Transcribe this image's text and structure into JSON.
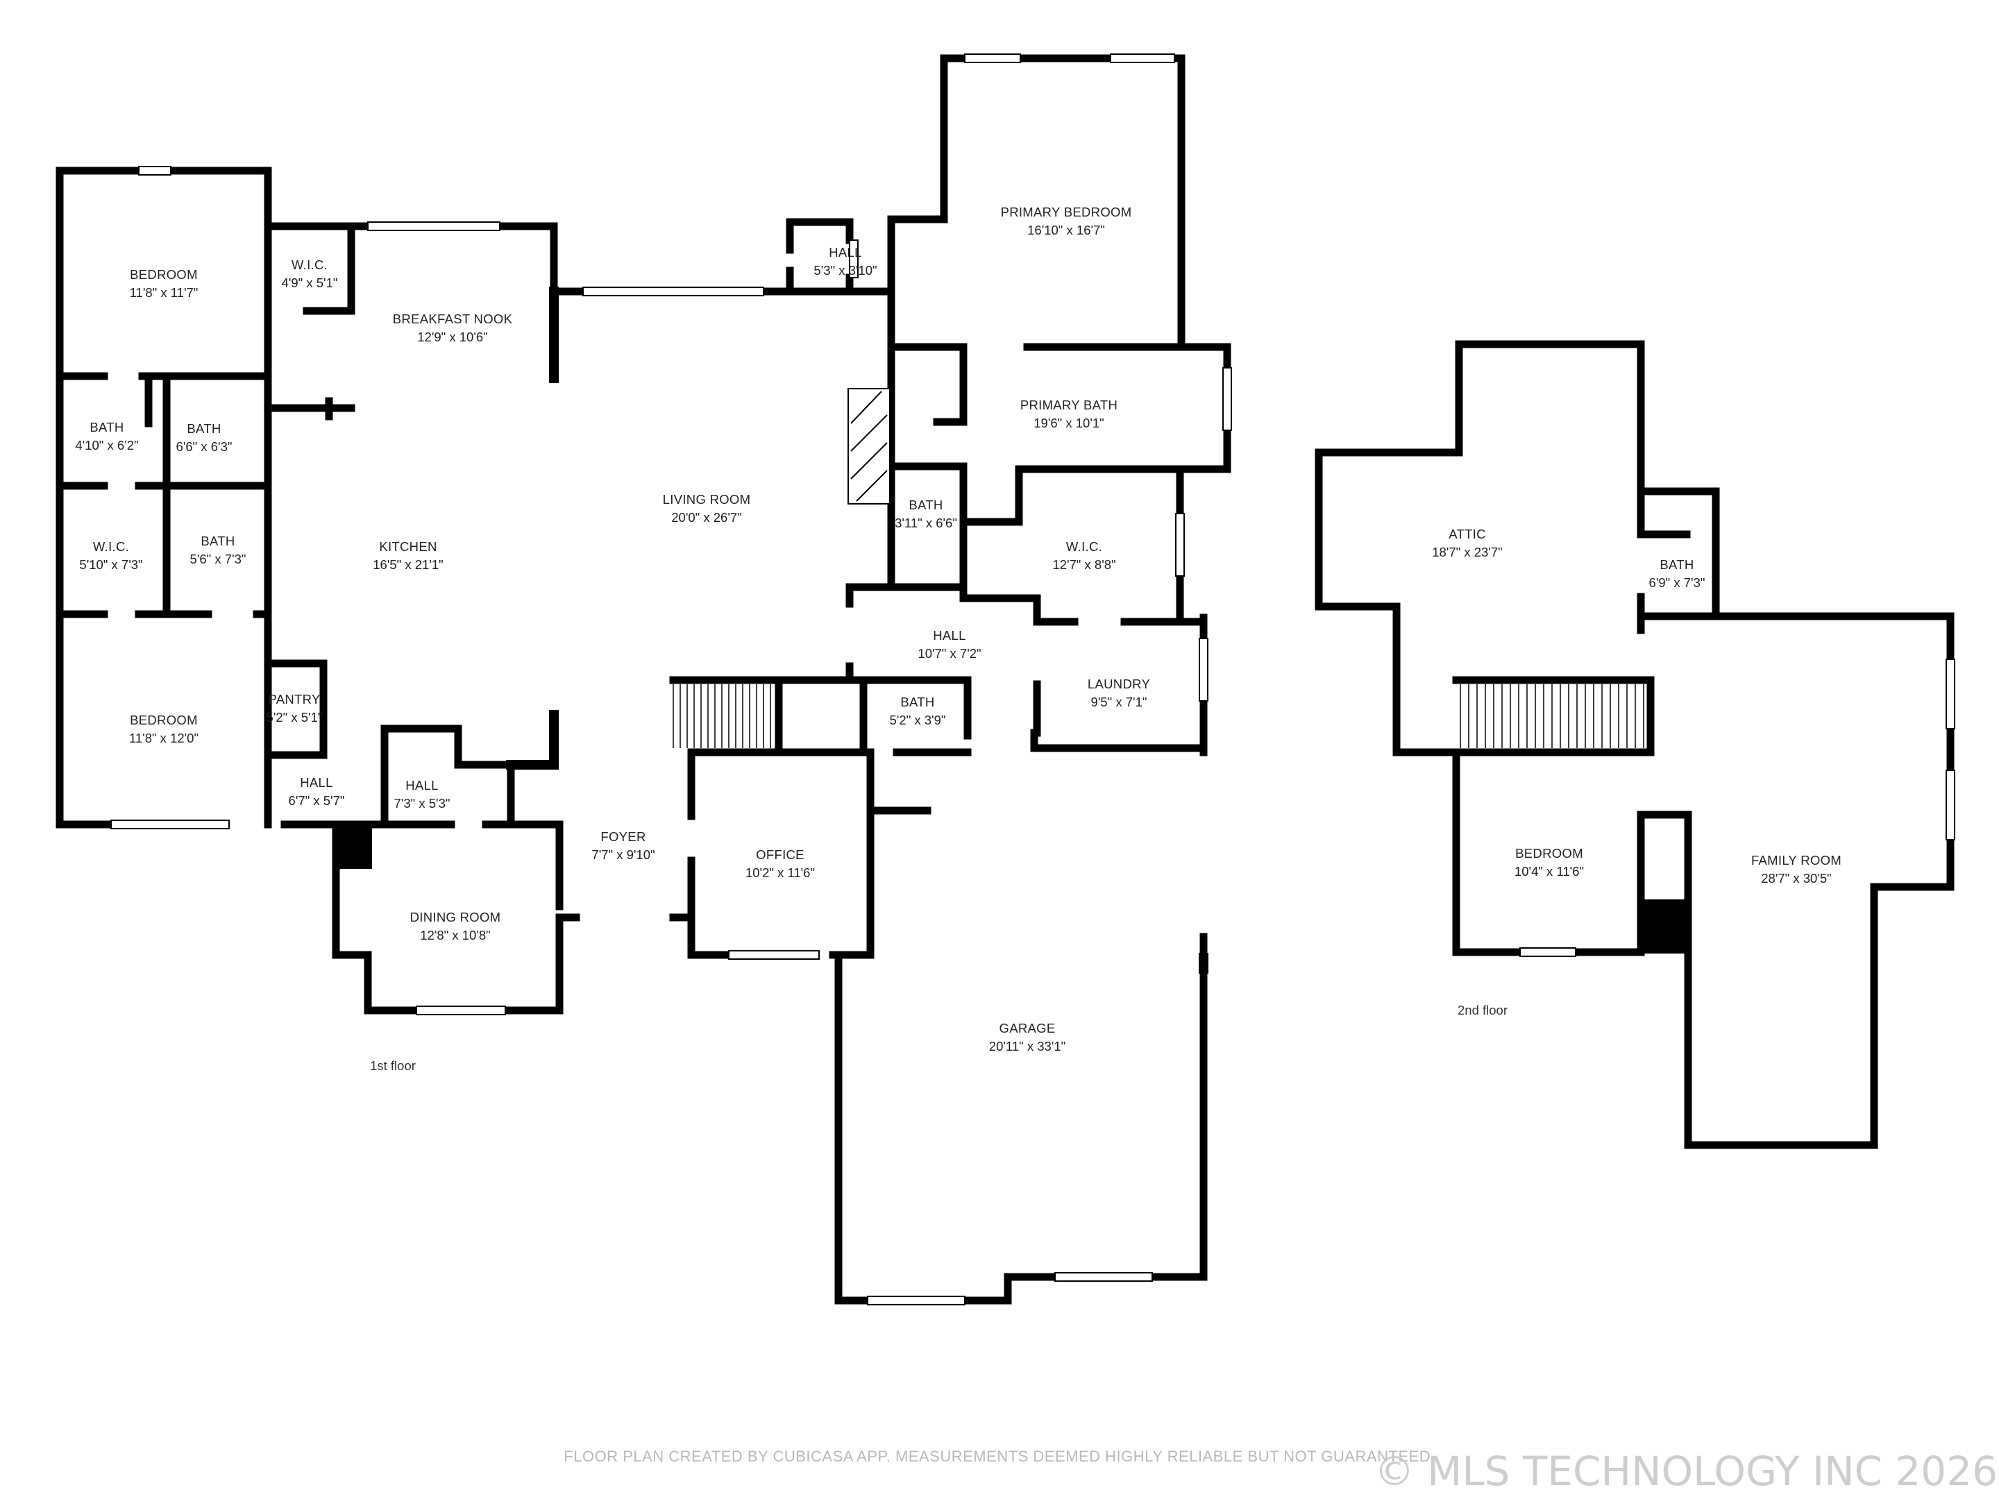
{
  "floors": [
    {
      "label": "1st floor",
      "rooms": [
        {
          "name": "BEDROOM",
          "dims": "11'8\" x 11'7\""
        },
        {
          "name": "W.I.C.",
          "dims": "4'9\" x 5'1\""
        },
        {
          "name": "BREAKFAST NOOK",
          "dims": "12'9\" x 10'6\""
        },
        {
          "name": "BATH",
          "dims": "4'10\" x 6'2\""
        },
        {
          "name": "BATH",
          "dims": "6'6\" x 6'3\""
        },
        {
          "name": "W.I.C.",
          "dims": "5'10\" x 7'3\""
        },
        {
          "name": "BATH",
          "dims": "5'6\" x 7'3\""
        },
        {
          "name": "KITCHEN",
          "dims": "16'5\" x 21'1\""
        },
        {
          "name": "BEDROOM",
          "dims": "11'8\" x 12'0\""
        },
        {
          "name": "PANTRY",
          "dims": "5'2\" x 5'1\""
        },
        {
          "name": "HALL",
          "dims": "6'7\" x 5'7\""
        },
        {
          "name": "HALL",
          "dims": "7'3\" x 5'3\""
        },
        {
          "name": "DINING ROOM",
          "dims": "12'8\" x 10'8\""
        },
        {
          "name": "FOYER",
          "dims": "7'7\" x 9'10\""
        },
        {
          "name": "LIVING ROOM",
          "dims": "20'0\" x 26'7\""
        },
        {
          "name": "OFFICE",
          "dims": "10'2\" x 11'6\""
        },
        {
          "name": "HALL",
          "dims": "5'3\" x 3'10\""
        },
        {
          "name": "PRIMARY BEDROOM",
          "dims": "16'10\" x 16'7\""
        },
        {
          "name": "PRIMARY BATH",
          "dims": "19'6\" x 10'1\""
        },
        {
          "name": "BATH",
          "dims": "3'11\" x 6'6\""
        },
        {
          "name": "W.I.C.",
          "dims": "12'7\" x 8'8\""
        },
        {
          "name": "HALL",
          "dims": "10'7\" x 7'2\""
        },
        {
          "name": "LAUNDRY",
          "dims": "9'5\" x 7'1\""
        },
        {
          "name": "BATH",
          "dims": "5'2\" x 3'9\""
        },
        {
          "name": "GARAGE",
          "dims": "20'11\" x 33'1\""
        }
      ]
    },
    {
      "label": "2nd floor",
      "rooms": [
        {
          "name": "ATTIC",
          "dims": "18'7\" x 23'7\""
        },
        {
          "name": "BATH",
          "dims": "6'9\" x 7'3\""
        },
        {
          "name": "BEDROOM",
          "dims": "10'4\" x 11'6\""
        },
        {
          "name": "FAMILY ROOM",
          "dims": "28'7\" x 30'5\""
        }
      ]
    }
  ],
  "footer": "FLOOR PLAN CREATED BY CUBICASA APP. MEASUREMENTS DEEMED HIGHLY RELIABLE BUT NOT GUARANTEED.",
  "watermark": "© MLS TECHNOLOGY INC 2026",
  "colors": {
    "wall": "#000000",
    "background": "#ffffff",
    "text": "#222222"
  }
}
